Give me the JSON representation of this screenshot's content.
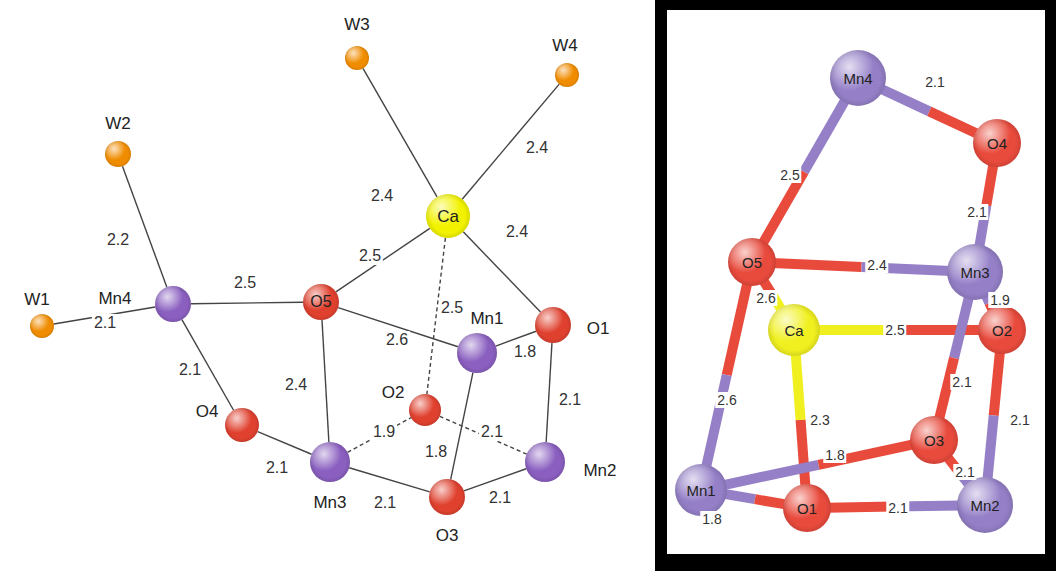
{
  "diagram": {
    "nodes": [
      {
        "text": [
          "W3"
        ]
      },
      {
        "text": [
          "W4"
        ]
      },
      {
        "text": [
          "W2"
        ]
      },
      {
        "text": [
          "Ca"
        ]
      },
      {
        "text": [
          "W1"
        ]
      },
      {
        "text": [
          "Mn4"
        ]
      },
      {
        "text": [
          "O5"
        ]
      },
      {
        "text": [
          "Mn1"
        ]
      },
      {
        "text": [
          "O1"
        ]
      },
      {
        "text": [
          "O2"
        ]
      },
      {
        "text": [
          "O4"
        ]
      },
      {
        "text": [
          "Mn3"
        ]
      },
      {
        "text": [
          "Mn2"
        ]
      },
      {
        "text": [
          "O3"
        ]
      },
      {
        "text": [
          "Mn4"
        ]
      },
      {
        "text": [
          "O4"
        ]
      },
      {
        "text": [
          "O5"
        ]
      },
      {
        "text": [
          "Mn3"
        ]
      },
      {
        "text": [
          "Ca"
        ]
      },
      {
        "text": [
          "O2"
        ]
      },
      {
        "text": [
          "O3"
        ]
      },
      {
        "text": [
          "Mn1"
        ]
      },
      {
        "text": [
          "O1"
        ]
      },
      {
        "text": [
          "Mn2"
        ]
      }
    ],
    "edges": [
      {
        "from": 0,
        "to": 3,
        "label": "2.4",
        "arrow": "none"
      },
      {
        "from": 1,
        "to": 3,
        "label": "2.4",
        "arrow": "none"
      },
      {
        "from": 2,
        "to": 5,
        "label": "2.2",
        "arrow": "none"
      },
      {
        "from": 4,
        "to": 5,
        "label": "2.1",
        "arrow": "none"
      },
      {
        "from": 5,
        "to": 6,
        "label": "2.5",
        "arrow": "none"
      },
      {
        "from": 6,
        "to": 3,
        "label": "2.5",
        "arrow": "none"
      },
      {
        "from": 3,
        "to": 8,
        "label": "2.4",
        "arrow": "none"
      },
      {
        "from": 3,
        "to": 9,
        "label": "2.5",
        "arrow": "none"
      },
      {
        "from": 6,
        "to": 7,
        "label": "2.6",
        "arrow": "none"
      },
      {
        "from": 7,
        "to": 8,
        "label": "1.8",
        "arrow": "none"
      },
      {
        "from": 8,
        "to": 12,
        "label": "2.1",
        "arrow": "none"
      },
      {
        "from": 5,
        "to": 10,
        "label": "2.1",
        "arrow": "none"
      },
      {
        "from": 6,
        "to": 11,
        "label": "2.4",
        "arrow": "none"
      },
      {
        "from": 10,
        "to": 11,
        "label": "2.1",
        "arrow": "none"
      },
      {
        "from": 11,
        "to": 9,
        "label": "1.9",
        "arrow": "none"
      },
      {
        "from": 9,
        "to": 12,
        "label": "2.1",
        "arrow": "none"
      },
      {
        "from": 7,
        "to": 13,
        "label": "1.8",
        "arrow": "none"
      },
      {
        "from": 11,
        "to": 13,
        "label": "2.1",
        "arrow": "none"
      },
      {
        "from": 13,
        "to": 12,
        "label": "2.1",
        "arrow": "none"
      },
      {
        "from": 14,
        "to": 15,
        "label": "2.1",
        "arrow": "none"
      },
      {
        "from": 14,
        "to": 16,
        "label": "2.5",
        "arrow": "none"
      },
      {
        "from": 15,
        "to": 17,
        "label": "2.1",
        "arrow": "none"
      },
      {
        "from": 16,
        "to": 17,
        "label": "2.4",
        "arrow": "none"
      },
      {
        "from": 16,
        "to": 18,
        "label": "2.6",
        "arrow": "none"
      },
      {
        "from": 16,
        "to": 21,
        "label": "2.6",
        "arrow": "none"
      },
      {
        "from": 18,
        "to": 19,
        "label": "2.5",
        "arrow": "none"
      },
      {
        "from": 17,
        "to": 19,
        "label": "1.9",
        "arrow": "none"
      },
      {
        "from": 17,
        "to": 20,
        "label": "2.1",
        "arrow": "none"
      },
      {
        "from": 19,
        "to": 23,
        "label": "2.1",
        "arrow": "none"
      },
      {
        "from": 18,
        "to": 22,
        "label": "2.3",
        "arrow": "none"
      },
      {
        "from": 21,
        "to": 20,
        "label": "1.8",
        "arrow": "none"
      },
      {
        "from": 20,
        "to": 23,
        "label": "2.1",
        "arrow": "none"
      },
      {
        "from": 21,
        "to": 22,
        "label": "1.8",
        "arrow": "none"
      },
      {
        "from": 22,
        "to": 23,
        "label": "2.1",
        "arrow": "none"
      }
    ]
  }
}
